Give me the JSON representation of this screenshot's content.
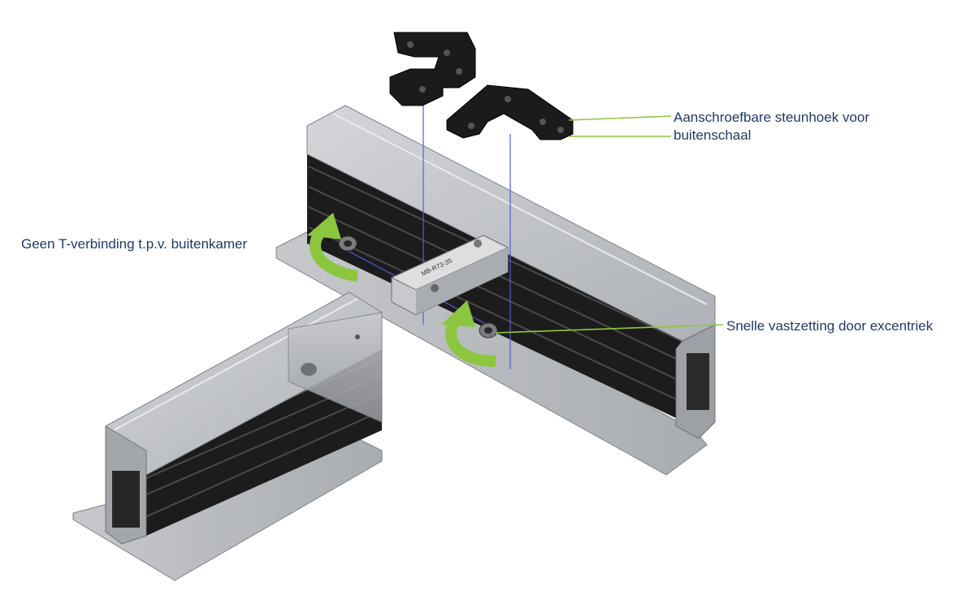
{
  "labels": {
    "steunhoek_line1": "Aanschroefbare steunhoek voor",
    "steunhoek_line2": "buitenschaal",
    "t_verbinding": "Geen T-verbinding t.p.v. buitenkamer",
    "excentriek": "Snelle vastzetting door excentriek"
  },
  "part_marking": "MB-R73-35",
  "colors": {
    "label_text": "#1f3a68",
    "leader_line": "#8cc63f",
    "arrow": "#8cc63f",
    "profile_aluminium": "#b9bcc0",
    "profile_black": "#1a1a1a",
    "guide_line": "#4f5fd6"
  }
}
